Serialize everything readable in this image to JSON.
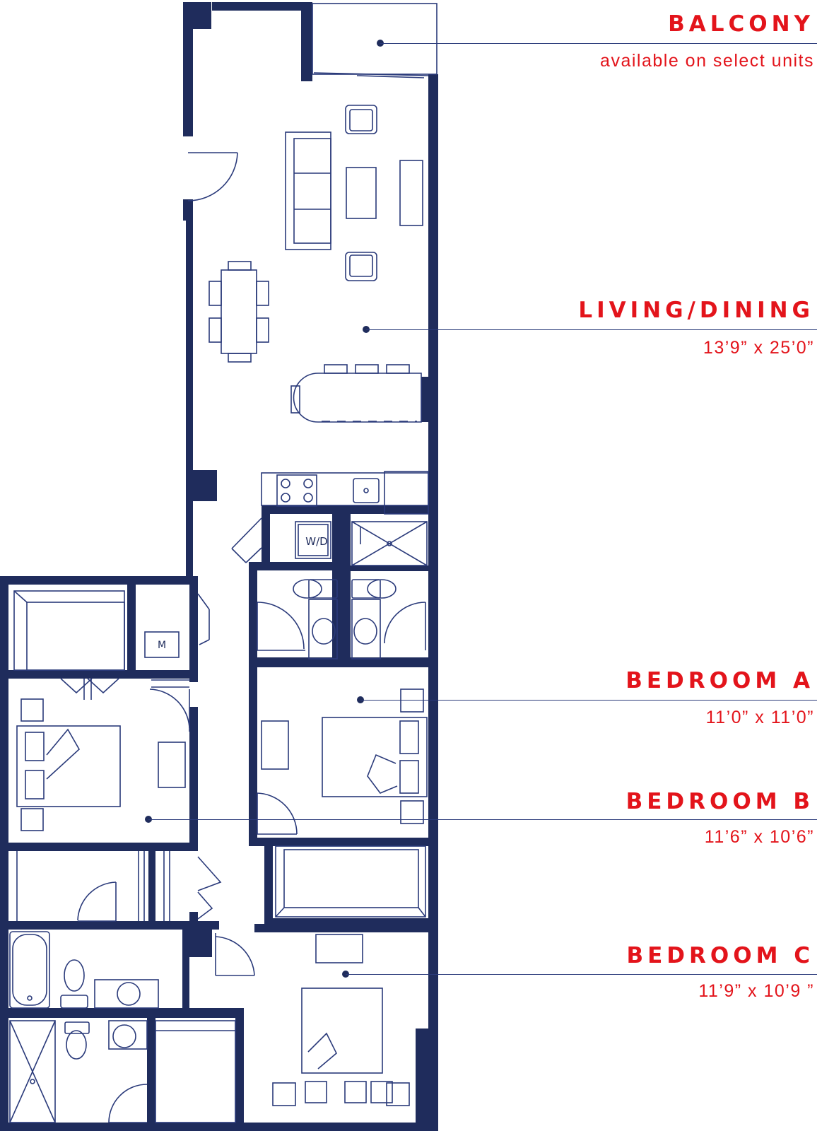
{
  "colors": {
    "wall": "#1f2c5c",
    "line": "#2a3a7a",
    "accent": "#e3141b"
  },
  "rooms": [
    {
      "id": "balcony",
      "name": "BALCONY",
      "detail": "available on select units"
    },
    {
      "id": "living",
      "name": "LIVING/DINING",
      "detail": "13’9” x 25’0”"
    },
    {
      "id": "bedroom-a",
      "name": "BEDROOM A",
      "detail": "11’0” x 11’0”"
    },
    {
      "id": "bedroom-b",
      "name": "BEDROOM B",
      "detail": "11’6” x 10’6”"
    },
    {
      "id": "bedroom-c",
      "name": "BEDROOM C",
      "detail": "11’9” x 10’9 ”"
    }
  ],
  "fixtures": {
    "washer_dryer": "W/D",
    "mechanical": "M"
  }
}
